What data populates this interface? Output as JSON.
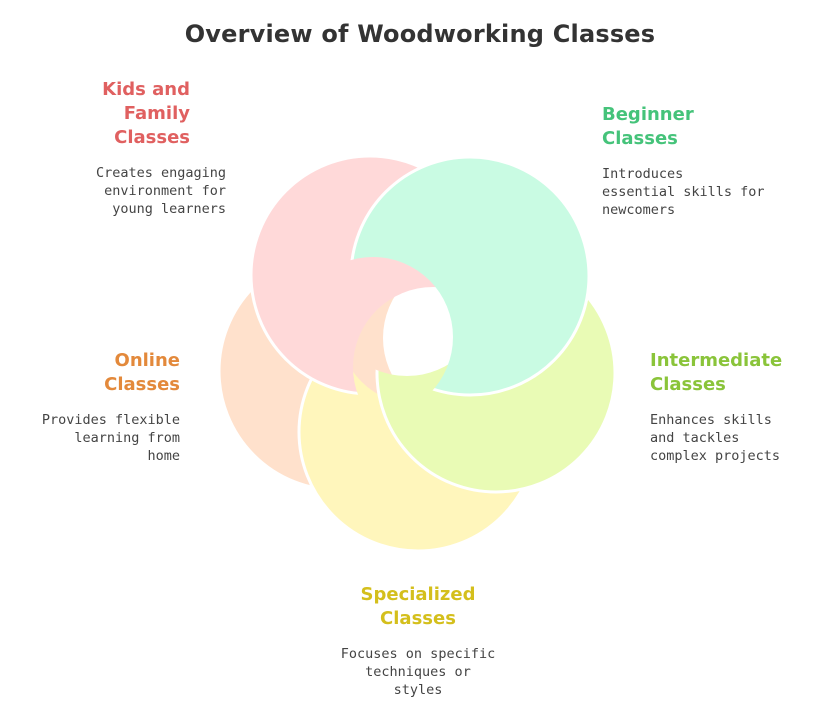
{
  "title": "Overview of Woodworking Classes",
  "segments": [
    {
      "key": "kids",
      "heading": "Kids and\nFamily\nClasses",
      "description": "Creates engaging\nenvironment for\nyoung learners",
      "color": "#ffd9d9"
    },
    {
      "key": "beginner",
      "heading": "Beginner\nClasses",
      "description": "Introduces\nessential skills for\nnewcomers",
      "color": "#c9fbe3"
    },
    {
      "key": "intermediate",
      "heading": "Intermediate\nClasses",
      "description": "Enhances skills\nand tackles\ncomplex projects",
      "color": "#e9fbb5"
    },
    {
      "key": "specialized",
      "heading": "Specialized\nClasses",
      "description": "Focuses on specific\ntechniques or\nstyles",
      "color": "#fff6bc"
    },
    {
      "key": "online",
      "heading": "Online\nClasses",
      "description": "Provides flexible\nlearning from\nhome",
      "color": "#ffe1cc"
    }
  ],
  "heading_colors": {
    "kids": "#e06060",
    "beginner": "#45c37a",
    "intermediate": "#8ac43a",
    "specialized": "#d4bf1c",
    "online": "#e3893b"
  }
}
